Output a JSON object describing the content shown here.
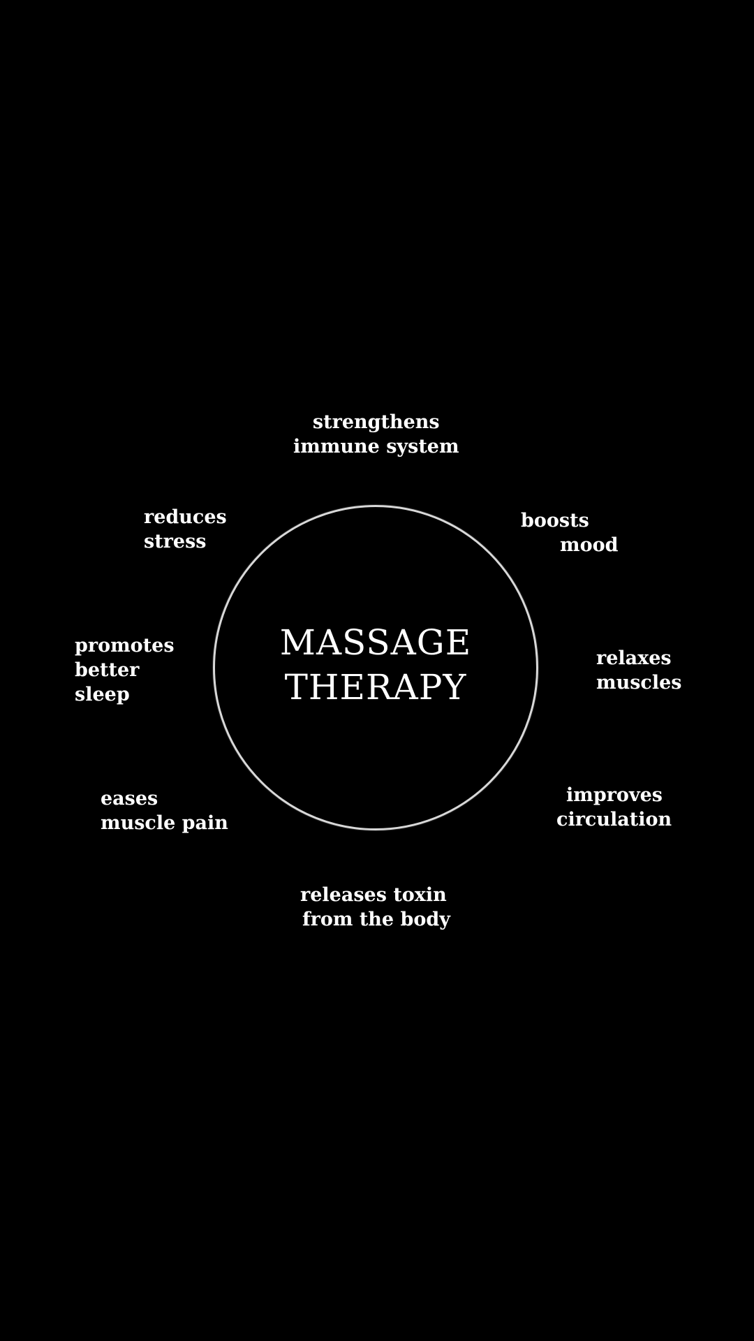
{
  "diagram": {
    "center": {
      "line1": "MASSAGE",
      "line2": "THERAPY"
    },
    "benefits": {
      "immune": [
        "strengthens",
        "immune system"
      ],
      "mood": [
        "boosts",
        "mood"
      ],
      "muscles": [
        "relaxes",
        "muscles"
      ],
      "circulation": [
        "improves",
        "circulation"
      ],
      "toxin": [
        "releases toxin",
        "from the body"
      ],
      "pain": [
        "eases",
        "muscle pain"
      ],
      "sleep": [
        "promotes",
        "better",
        "sleep"
      ],
      "stress": [
        "reduces",
        "stress"
      ]
    },
    "colors": {
      "background": "#000000",
      "text": "#ffffff",
      "circle": "#d8d8d8"
    }
  }
}
